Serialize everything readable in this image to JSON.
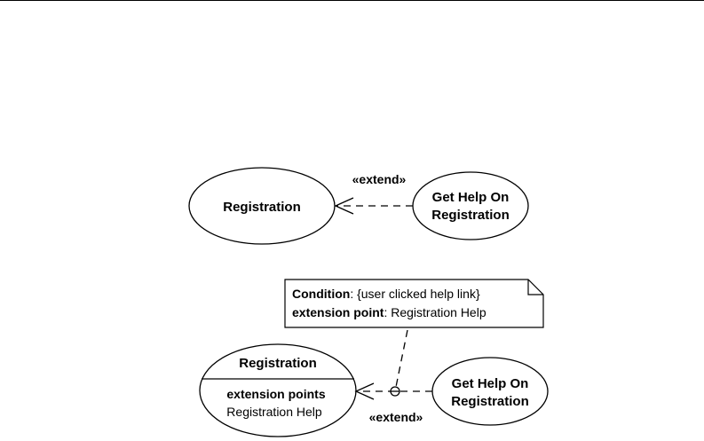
{
  "diagram1": {
    "base_use_case": "Registration",
    "extending_use_case": [
      "Get Help On",
      "Registration"
    ],
    "relationship_label": "«extend»"
  },
  "diagram2": {
    "note": {
      "line1_key": "Condition",
      "line1_value": ": {user clicked help link}",
      "line2_key": "extension point",
      "line2_value": ": Registration Help"
    },
    "base_use_case": {
      "name": "Registration",
      "compartment_title": "extension points",
      "compartment_item": "Registration Help"
    },
    "extending_use_case": [
      "Get Help On",
      "Registration"
    ],
    "relationship_label": "«extend»"
  }
}
